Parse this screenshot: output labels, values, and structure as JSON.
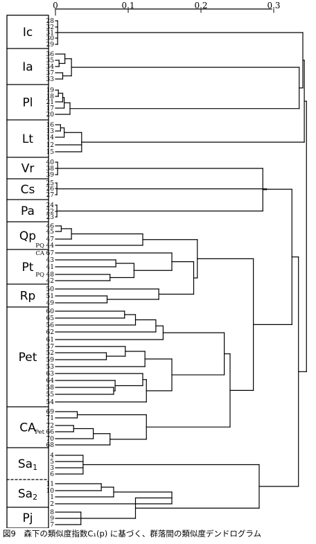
{
  "axis_ticks": [
    "0",
    "0.1",
    "0.2",
    "0.3"
  ],
  "caption": "図9　森下の類似度指数C₁(p) に基づく、群落間の類似度デンドログラム",
  "groups": [
    "Ic",
    "Ia",
    "Pl",
    "Lt",
    "Vr",
    "Cs",
    "Pa",
    "Qp",
    "Pt",
    "Rp",
    "Pet",
    "CA",
    "Sa1",
    "Sa2",
    "Pj"
  ],
  "leaves": [
    {
      "id": "28",
      "prefix": ""
    },
    {
      "id": "32",
      "prefix": ""
    },
    {
      "id": "31",
      "prefix": ""
    },
    {
      "id": "30",
      "prefix": ""
    },
    {
      "id": "29",
      "prefix": ""
    },
    {
      "id": "36",
      "prefix": ""
    },
    {
      "id": "35",
      "prefix": ""
    },
    {
      "id": "34",
      "prefix": ""
    },
    {
      "id": "37",
      "prefix": ""
    },
    {
      "id": "33",
      "prefix": ""
    },
    {
      "id": "19",
      "prefix": ""
    },
    {
      "id": "18",
      "prefix": ""
    },
    {
      "id": "21",
      "prefix": ""
    },
    {
      "id": "17",
      "prefix": ""
    },
    {
      "id": "20",
      "prefix": ""
    },
    {
      "id": "16",
      "prefix": ""
    },
    {
      "id": "13",
      "prefix": ""
    },
    {
      "id": "14",
      "prefix": ""
    },
    {
      "id": "12",
      "prefix": ""
    },
    {
      "id": "15",
      "prefix": ""
    },
    {
      "id": "40",
      "prefix": ""
    },
    {
      "id": "38",
      "prefix": ""
    },
    {
      "id": "39",
      "prefix": ""
    },
    {
      "id": "25",
      "prefix": ""
    },
    {
      "id": "26",
      "prefix": ""
    },
    {
      "id": "27",
      "prefix": ""
    },
    {
      "id": "24",
      "prefix": ""
    },
    {
      "id": "22",
      "prefix": ""
    },
    {
      "id": "23",
      "prefix": ""
    },
    {
      "id": "46",
      "prefix": ""
    },
    {
      "id": "45",
      "prefix": ""
    },
    {
      "id": "47",
      "prefix": ""
    },
    {
      "id": "44",
      "prefix": "PQ"
    },
    {
      "id": "67",
      "prefix": "CA"
    },
    {
      "id": "43",
      "prefix": ""
    },
    {
      "id": "41",
      "prefix": ""
    },
    {
      "id": "48",
      "prefix": "PQ"
    },
    {
      "id": "42",
      "prefix": ""
    },
    {
      "id": "50",
      "prefix": ""
    },
    {
      "id": "51",
      "prefix": ""
    },
    {
      "id": "49",
      "prefix": ""
    },
    {
      "id": "60",
      "prefix": ""
    },
    {
      "id": "65",
      "prefix": ""
    },
    {
      "id": "56",
      "prefix": ""
    },
    {
      "id": "62",
      "prefix": ""
    },
    {
      "id": "61",
      "prefix": ""
    },
    {
      "id": "57",
      "prefix": ""
    },
    {
      "id": "52",
      "prefix": ""
    },
    {
      "id": "59",
      "prefix": ""
    },
    {
      "id": "53",
      "prefix": ""
    },
    {
      "id": "63",
      "prefix": ""
    },
    {
      "id": "64",
      "prefix": ""
    },
    {
      "id": "58",
      "prefix": ""
    },
    {
      "id": "55",
      "prefix": ""
    },
    {
      "id": "54",
      "prefix": ""
    },
    {
      "id": "69",
      "prefix": ""
    },
    {
      "id": "71",
      "prefix": ""
    },
    {
      "id": "72",
      "prefix": ""
    },
    {
      "id": "66",
      "prefix": "Pet"
    },
    {
      "id": "70",
      "prefix": ""
    },
    {
      "id": "68",
      "prefix": ""
    },
    {
      "id": "4",
      "prefix": ""
    },
    {
      "id": "5",
      "prefix": ""
    },
    {
      "id": "3",
      "prefix": ""
    },
    {
      "id": "6",
      "prefix": ""
    },
    {
      "id": "11",
      "prefix": ""
    },
    {
      "id": "10",
      "prefix": ""
    },
    {
      "id": "1",
      "prefix": ""
    },
    {
      "id": "2",
      "prefix": ""
    },
    {
      "id": "8",
      "prefix": ""
    },
    {
      "id": "9",
      "prefix": ""
    },
    {
      "id": "7",
      "prefix": ""
    }
  ]
}
